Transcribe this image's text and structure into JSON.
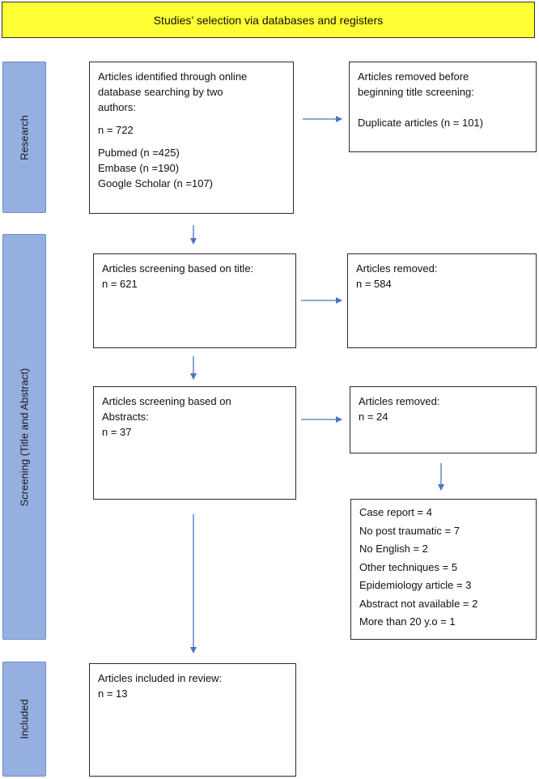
{
  "title": "Studies’ selection via databases and registers",
  "stages": {
    "research": "Research",
    "screening": "Screening (Title and Abstract)",
    "included": "Included"
  },
  "identified": {
    "line1": "Articles identified through online",
    "line2": "database searching by two",
    "line3": "authors:",
    "count": "n = 722",
    "pubmed": "Pubmed (n =425)",
    "embase": "Embase (n =190)",
    "scholar": "Google Scholar (n =107)"
  },
  "removed_before": {
    "line1": "Articles removed before",
    "line2": "beginning title screening:",
    "duplicates": "Duplicate articles (n = 101)"
  },
  "title_screening": {
    "label": "Articles screening based on title:",
    "count": "n = 621"
  },
  "removed_title": {
    "label": "Articles removed:",
    "count": "n = 584"
  },
  "abstract_screening": {
    "line1": "Articles screening based on",
    "line2": "Abstracts:",
    "count": "n = 37"
  },
  "removed_abstract": {
    "label": "Articles removed:",
    "count": "n = 24"
  },
  "exclusion_reasons": [
    "Case report = 4",
    "No post traumatic = 7",
    "No English = 2",
    "Other techniques = 5",
    "Epidemiology article = 3",
    "Abstract not available = 2",
    "More than 20 y.o = 1"
  ],
  "included_box": {
    "label": "Articles included in review:",
    "count": "n = 13"
  },
  "colors": {
    "title_bg": "#ffff33",
    "stage_bg": "#95afe0",
    "arrow": "#4a74c4"
  }
}
